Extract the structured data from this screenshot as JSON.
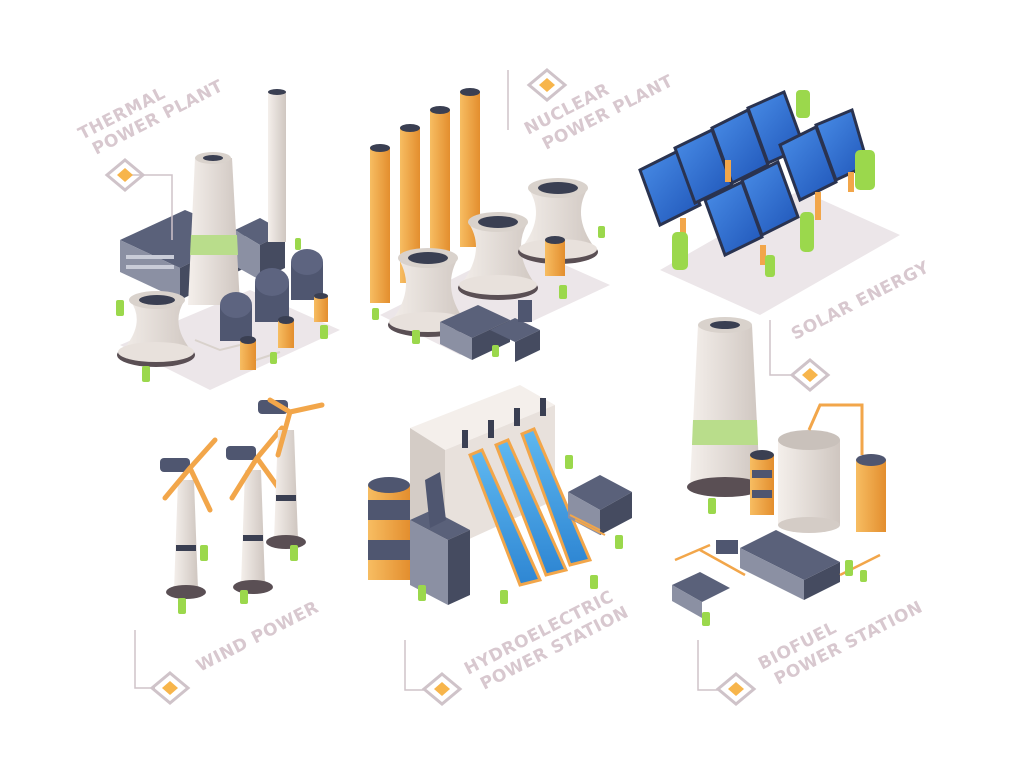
{
  "colors": {
    "label": "#d8c8cf",
    "leader": "#cfc3c9",
    "marker_fill": "#f7b54b",
    "concrete": "#ece6e1",
    "concrete_dark": "#c9c1bb",
    "slate": "#4f5670",
    "slate_dark": "#3a3f52",
    "orange": "#f2a64a",
    "tree": "#9bd84c",
    "water": "#4ea8e6",
    "panel": "#2f6fd0"
  },
  "sections": [
    {
      "id": "thermal",
      "line1": "THERMAL",
      "line2": "POWER PLANT"
    },
    {
      "id": "nuclear",
      "line1": "NUCLEAR",
      "line2": "POWER PLANT"
    },
    {
      "id": "solar",
      "line1": "SOLAR ENERGY",
      "line2": ""
    },
    {
      "id": "wind",
      "line1": "WIND POWER",
      "line2": ""
    },
    {
      "id": "hydro",
      "line1": "HYDROELECTRIC",
      "line2": "POWER STATION"
    },
    {
      "id": "biofuel",
      "line1": "BIOFUEL",
      "line2": "POWER STATION"
    }
  ]
}
